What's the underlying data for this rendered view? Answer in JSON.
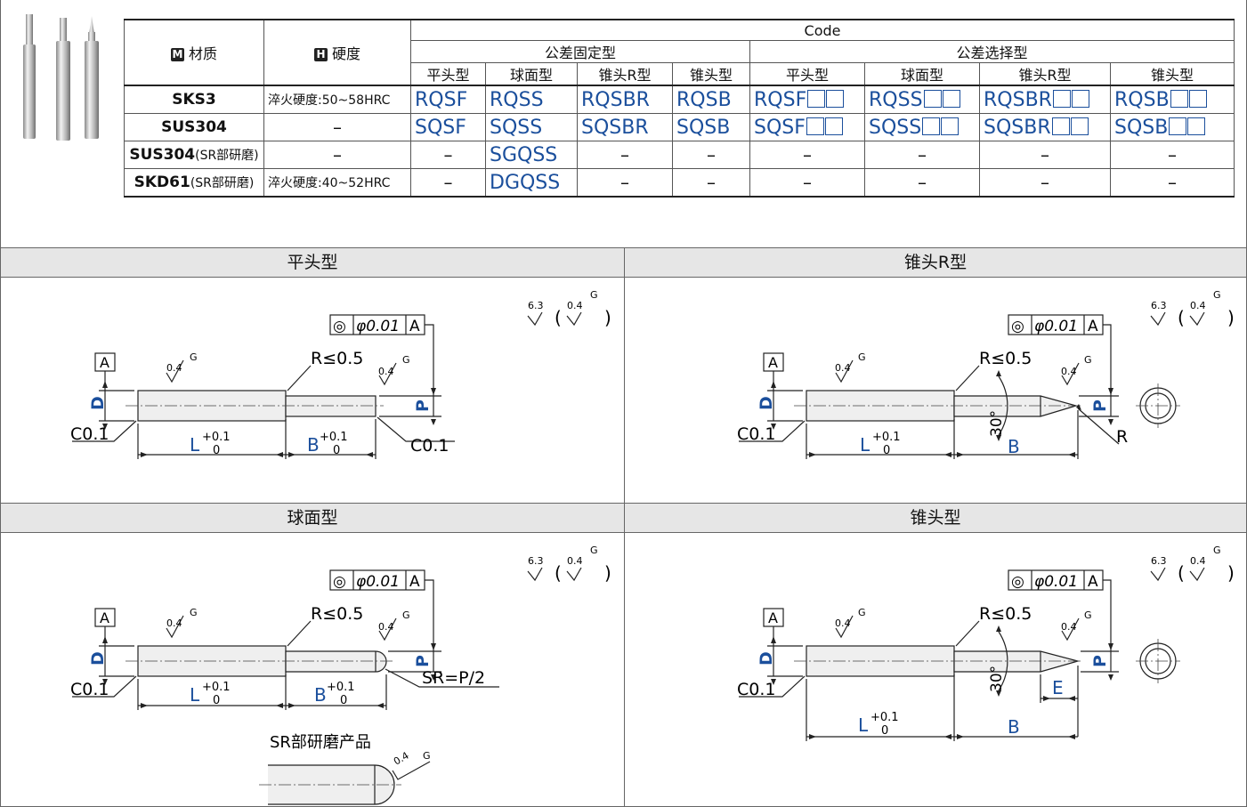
{
  "table": {
    "header": {
      "material": "材质",
      "material_badge": "M",
      "hardness": "硬度",
      "hardness_badge": "H",
      "code": "Code",
      "fixed_group": "公差固定型",
      "select_group": "公差选择型",
      "types": [
        "平头型",
        "球面型",
        "锥头R型",
        "锥头型",
        "平头型",
        "球面型",
        "锥头R型",
        "锥头型"
      ]
    },
    "rows": [
      {
        "material": "SKS3",
        "material_note": "",
        "hardness": "淬火硬度:50~58HRC",
        "codes": [
          "RQSF",
          "RQSS",
          "RQSBR",
          "RQSB",
          "RQSF",
          "RQSS",
          "RQSBR",
          "RQSB"
        ]
      },
      {
        "material": "SUS304",
        "material_note": "",
        "hardness": "–",
        "codes": [
          "SQSF",
          "SQSS",
          "SQSBR",
          "SQSB",
          "SQSF",
          "SQSS",
          "SQSBR",
          "SQSB"
        ]
      },
      {
        "material": "SUS304",
        "material_note": "(SR部研磨)",
        "hardness": "–",
        "codes": [
          "–",
          "SGQSS",
          "–",
          "–",
          "–",
          "–",
          "–",
          "–"
        ]
      },
      {
        "material": "SKD61",
        "material_note": "(SR部研磨)",
        "hardness": "淬火硬度:40~52HRC",
        "codes": [
          "–",
          "DGQSS",
          "–",
          "–",
          "–",
          "–",
          "–",
          "–"
        ]
      }
    ]
  },
  "panels": {
    "flat": {
      "title": "平头型"
    },
    "cone_r": {
      "title": "锥头R型"
    },
    "sphere": {
      "title": "球面型",
      "sr_caption": "SR部研磨产品"
    },
    "cone": {
      "title": "锥头型"
    }
  },
  "drawing": {
    "coaxiality": "◎",
    "tolerance": "φ0.01",
    "datum": "A",
    "roughness_general": "6.3",
    "roughness_fine": "0.4",
    "grind": "G",
    "r_note": "R≤0.5",
    "chamfer": "C0.1",
    "dim_D": "D",
    "dim_P": "P",
    "dim_L": "L",
    "dim_B": "B",
    "dim_E": "E",
    "dim_R": "R",
    "tol_plus": "+0.1",
    "tol_zero": "0",
    "angle": "30°",
    "sr_note": "SR=P/2",
    "paren_open": "(",
    "paren_close": ")"
  }
}
